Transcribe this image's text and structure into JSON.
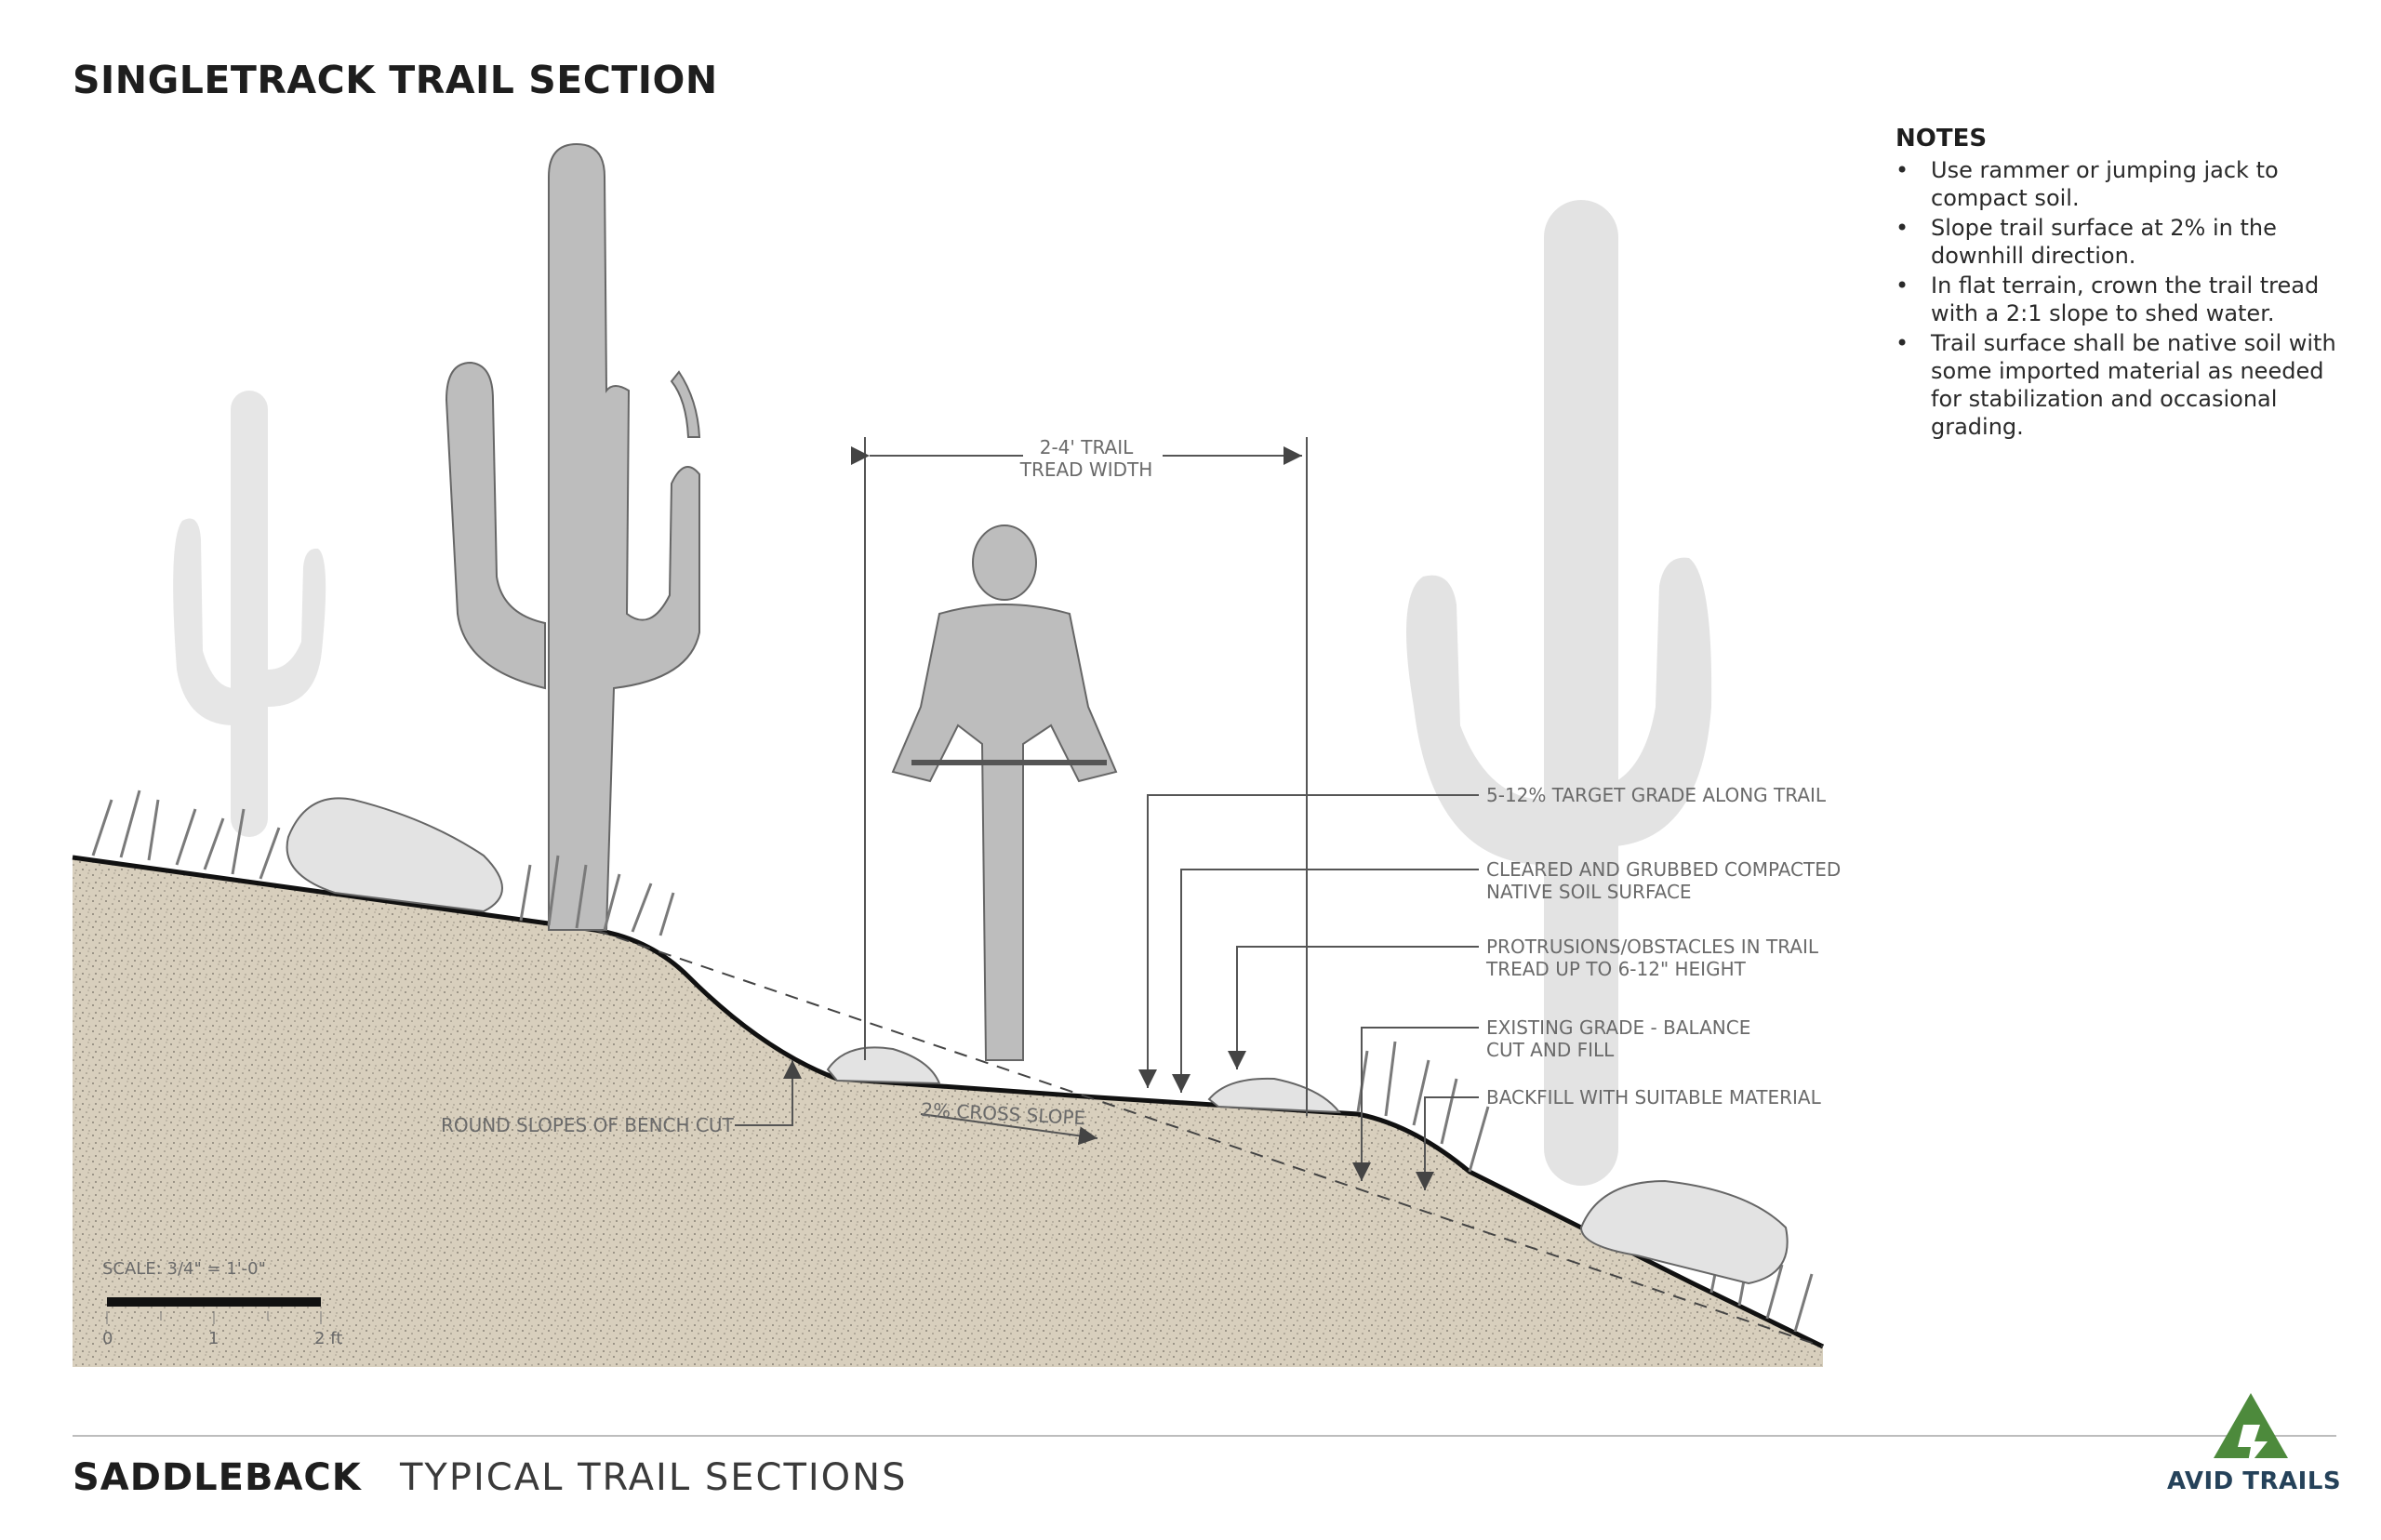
{
  "sheet": {
    "title": "SINGLETRACK TRAIL SECTION"
  },
  "notes": {
    "heading": "NOTES",
    "bullet": "•",
    "items": [
      "Use rammer or jumping jack to compact soil.",
      "Slope trail surface at 2% in the downhill direction.",
      "In flat terrain, crown the trail tread with a 2:1 slope to shed water.",
      "Trail surface shall be native soil with some imported material as needed for stabilization and occasional grading."
    ]
  },
  "dimension": {
    "line1": "2-4' TRAIL",
    "line2": "TREAD WIDTH"
  },
  "callouts": {
    "grade": "5-12% TARGET GRADE ALONG TRAIL",
    "surface_line1": "CLEARED AND GRUBBED COMPACTED",
    "surface_line2": "NATIVE SOIL SURFACE",
    "obstacles_line1": "PROTRUSIONS/OBSTACLES IN TRAIL",
    "obstacles_line2": "TREAD UP TO 6-12\" HEIGHT",
    "existing_line1": "EXISTING GRADE - BALANCE",
    "existing_line2": "CUT AND FILL",
    "backfill": "BACKFILL WITH SUITABLE MATERIAL",
    "round_slopes": "ROUND SLOPES OF BENCH CUT",
    "cross_slope": "2% CROSS SLOPE"
  },
  "scale": {
    "label": "SCALE: 3/4\" = 1'-0\"",
    "tick0": "0",
    "tick1": "1",
    "tick2": "2 ft"
  },
  "footer": {
    "project": "SADDLEBACK",
    "subtitle": "TYPICAL TRAIL SECTIONS",
    "logo_text": "AVID TRAILS"
  },
  "colors": {
    "soil": "#d8cfbd",
    "cactus": "#bdbdbd",
    "cactus_faded": "#e3e3e3",
    "grass": "#8a8a8a",
    "logo_green": "#4d8a3c",
    "logo_text": "#25425a"
  }
}
